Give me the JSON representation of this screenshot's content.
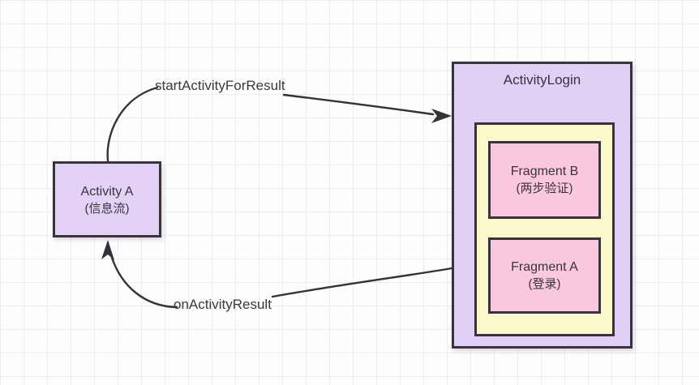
{
  "activity_a": {
    "title": "Activity A",
    "subtitle": "(信息流)"
  },
  "activity_login": {
    "title": "ActivityLogin"
  },
  "fragment_b": {
    "title": "Fragment B",
    "subtitle": "(两步验证)"
  },
  "fragment_a": {
    "title": "Fragment A",
    "subtitle": "(登录)"
  },
  "arrows": {
    "forward_label": "startActivityForResult",
    "back_label": "onActivityResult"
  },
  "colors": {
    "activity_fill": "#e1d0f5",
    "container_fill": "#fbf8cc",
    "fragment_fill": "#f9c8dc",
    "border": "#39333e",
    "arrow": "#35313a",
    "grid_line": "#ececec",
    "background": "#fdfdfd"
  }
}
